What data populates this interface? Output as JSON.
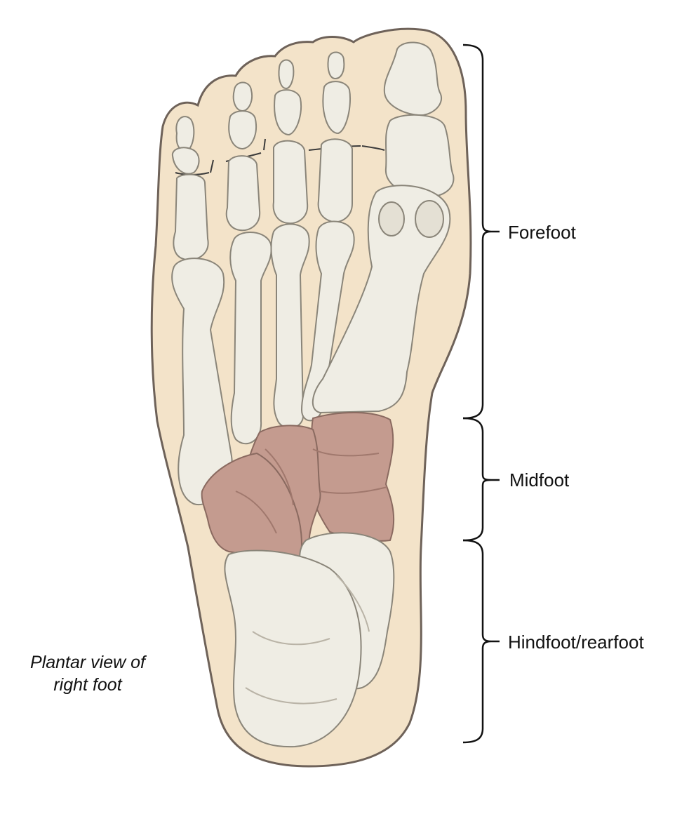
{
  "regions": {
    "forefoot": "Forefoot",
    "midfoot": "Midfoot",
    "hindfoot": "Hindfoot/rearfoot"
  },
  "caption": {
    "line1": "Plantar view of",
    "line2": "right foot"
  },
  "colors": {
    "skin": "#f3e3c9",
    "outline": "#6e6259",
    "bone": "#efede4",
    "bone_shade": "#b9b3a6",
    "midfoot_highlight": "#c49b8f",
    "midfoot_shade": "#a0786d",
    "bracket": "#111111"
  }
}
